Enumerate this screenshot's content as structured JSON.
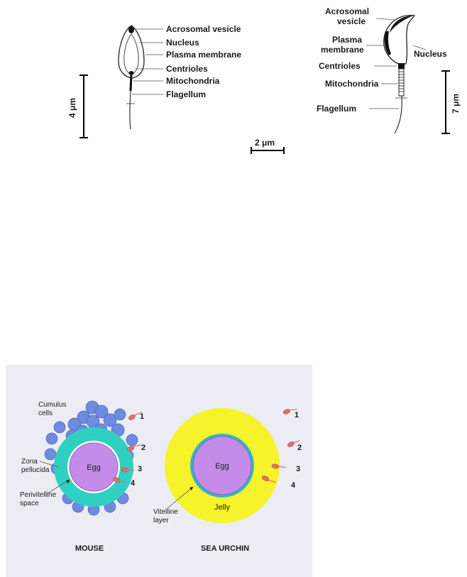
{
  "top_figure": {
    "left_sperm": {
      "labels": {
        "acrosomal_vesicle": "Acrosomal vesicle",
        "nucleus": "Nucleus",
        "plasma_membrane": "Plasma membrane",
        "centrioles": "Centrioles",
        "mitochondria": "Mitochondria",
        "flagellum": "Flagellum"
      },
      "scale_bar": "4 μm"
    },
    "center_scale_bar": "2 μm",
    "right_sperm": {
      "labels": {
        "acrosomal_vesicle_line1": "Acrosomal",
        "acrosomal_vesicle_line2": "vesicle",
        "plasma_membrane_line1": "Plasma",
        "plasma_membrane_line2": "membrane",
        "nucleus": "Nucleus",
        "centrioles": "Centrioles",
        "mitochondria": "Mitochondria",
        "flagellum": "Flagellum"
      },
      "scale_bar": "7 μm"
    }
  },
  "bottom_figure": {
    "colors": {
      "panel_background": "#ececf4",
      "cumulus_cell": "#6f8be0",
      "zona": "#2fd0c2",
      "egg": "#c48ce8",
      "jelly": "#f6f32a",
      "sperm": "#e07070"
    },
    "mouse": {
      "caption": "MOUSE",
      "egg": "Egg",
      "cumulus_line1": "Cumulus",
      "cumulus_line2": "cells",
      "zona_line1": "Zona",
      "zona_line2": "pellucida",
      "perivitelline_line1": "Perivitelline",
      "perivitelline_line2": "space",
      "numbers": [
        "1",
        "2",
        "3",
        "4"
      ]
    },
    "sea_urchin": {
      "caption": "SEA URCHIN",
      "egg": "Egg",
      "jelly": "Jelly",
      "vitelline_line1": "Vitelline",
      "vitelline_line2": "layer",
      "numbers": [
        "1",
        "2",
        "3",
        "4"
      ]
    }
  }
}
